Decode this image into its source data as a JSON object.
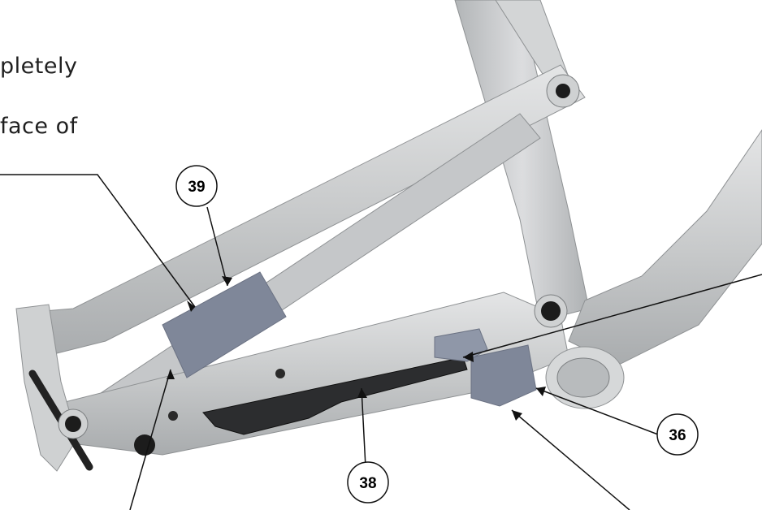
{
  "instruction_text": {
    "line1": "pletely",
    "line2": "face of"
  },
  "callouts": [
    {
      "id": "39",
      "label": "39"
    },
    {
      "id": "38",
      "label": "38"
    },
    {
      "id": "36",
      "label": "36"
    }
  ],
  "colors": {
    "frame": "#c9cbcc",
    "frame_shadow": "#9ea1a3",
    "protector_patch": "#7f8799",
    "chainstay_guard": "#2c2d2f",
    "leader": "#111111"
  }
}
